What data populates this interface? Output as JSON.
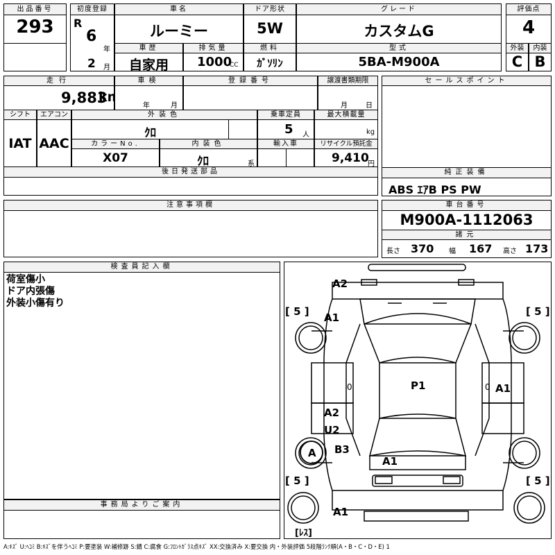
{
  "header": {
    "lot_no": {
      "label": "出品番号",
      "value": "293"
    },
    "first_reg": {
      "label": "初度登録",
      "era": "R",
      "year": "6",
      "year_unit": "年",
      "month": "2",
      "month_unit": "月"
    },
    "car_name": {
      "label": "車名",
      "value": "ルーミー"
    },
    "doors": {
      "label": "ドア形状",
      "value": "5W"
    },
    "grade": {
      "label": "グレード",
      "value": "カスタムG"
    },
    "score": {
      "label": "評価点",
      "value": "4"
    },
    "history": {
      "label": "車歴",
      "value": "自家用"
    },
    "displacement": {
      "label": "排気量",
      "value": "1000",
      "unit": "CC"
    },
    "fuel": {
      "label": "燃料",
      "value": "ｶﾞｿﾘﾝ"
    },
    "model": {
      "label": "型式",
      "value": "5BA-M900A"
    },
    "ext_grade": {
      "label": "外装",
      "value": "C"
    },
    "int_grade": {
      "label": "内装",
      "value": "B"
    }
  },
  "mid": {
    "mileage": {
      "label": "走行",
      "value": "9,883",
      "unit": "km"
    },
    "inspection": {
      "label": "車検",
      "year_unit": "年",
      "month_unit": "月"
    },
    "reg_no": {
      "label": "登録番号"
    },
    "transfer": {
      "label": "譲渡書類期限",
      "month_unit": "月",
      "day_unit": "日"
    },
    "shift": {
      "label": "シフト",
      "value": "IAT"
    },
    "aircon": {
      "label": "エアコン",
      "value": "AAC"
    },
    "ext_color": {
      "label": "外装色",
      "value": "ｸﾛ"
    },
    "capacity": {
      "label": "乗車定員",
      "value": "5",
      "unit": "人"
    },
    "max_load": {
      "label": "最大積載量",
      "unit": "kg"
    },
    "color_no": {
      "label": "カラーNo.",
      "value": "X07"
    },
    "int_color": {
      "label": "内装色",
      "value": "ｸﾛ",
      "unit": "系"
    },
    "import": {
      "label": "輸入車"
    },
    "recycle": {
      "label": "リサイクル預託金",
      "value": "9,410",
      "unit": "円"
    },
    "later_parts": {
      "label": "後日発送部品"
    }
  },
  "sales_point": {
    "label": "セールスポイント"
  },
  "equipment": {
    "label": "純正装備",
    "value": "ABS ｴｱB PS PW"
  },
  "notes": {
    "label": "注意事項欄"
  },
  "chassis": {
    "label": "車台番号",
    "value": "M900A-1112063"
  },
  "specs": {
    "label": "諸元",
    "length_label": "長さ",
    "length": "370",
    "width_label": "幅",
    "width": "167",
    "height_label": "高さ",
    "height": "173"
  },
  "inspector": {
    "label": "検査員記入欄",
    "lines": [
      "荷室傷小",
      "ドア内張傷",
      "外装小傷有り"
    ]
  },
  "office": {
    "label": "事務局よりご案内"
  },
  "diagram": {
    "tire_fl": "[ 5 ]",
    "tire_fr": "[ 5 ]",
    "tire_rl": "[ 5 ]",
    "tire_rr": "[ 5 ]",
    "spare": "[ﾚｽ]",
    "marks": {
      "a2_top": "A2",
      "a1_left_front": "A1",
      "p1": "P1",
      "a1_right": "A1",
      "a2_left": "A2",
      "u2_left": "U2",
      "a_left": "A",
      "b3_left": "B3",
      "a1_rear_center": "A1",
      "a1_bottom": "A1",
      "zero_left": "0",
      "zero_right": "0"
    }
  },
  "legend": "A:ｷｽﾞ U:ﾍｺﾐ B:ｷｽﾞを伴うﾍｺﾐ P:要塗装 W:補修跡 S:錆 C:腐食 G:ﾌﾛﾝﾄｶﾞﾗｽ点ｷｽﾞ XX:交換済み X:要交換 内・外装評価 5段階ﾗﾝｸ順(A・B・C・D・E) 1"
}
